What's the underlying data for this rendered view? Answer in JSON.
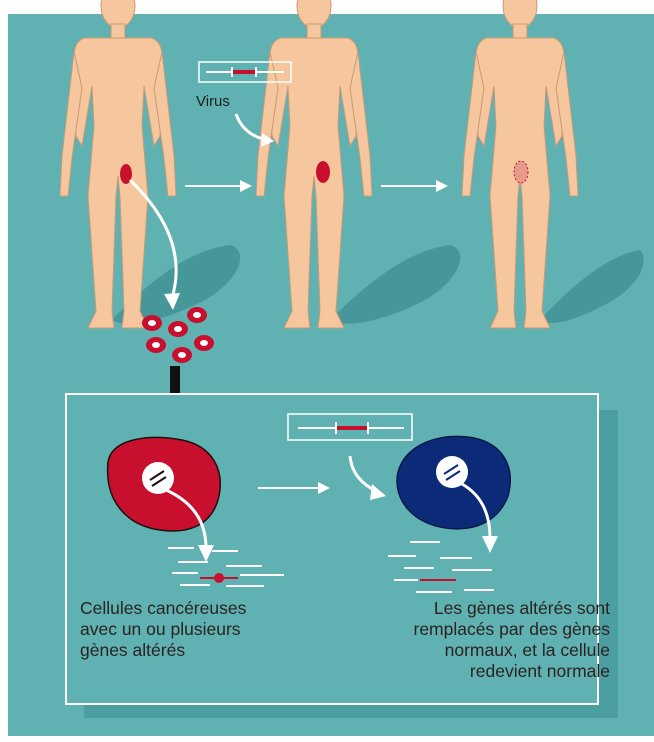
{
  "labels": {
    "virus": "Virus",
    "caption_left": "Cellules cancéreuses\navec un ou plusieurs\ngènes altérés",
    "caption_right": "Les gènes altérés sont\nremplacés par des gènes\nnormaux, et la cellule\nredevient normale"
  },
  "colors": {
    "background": "#5fb1b2",
    "skin": "#f6c79e",
    "cancer_cell": "#c8102e",
    "normal_cell": "#0b2a78",
    "arrow": "#ffffff",
    "shadow": "#3d8f91"
  }
}
